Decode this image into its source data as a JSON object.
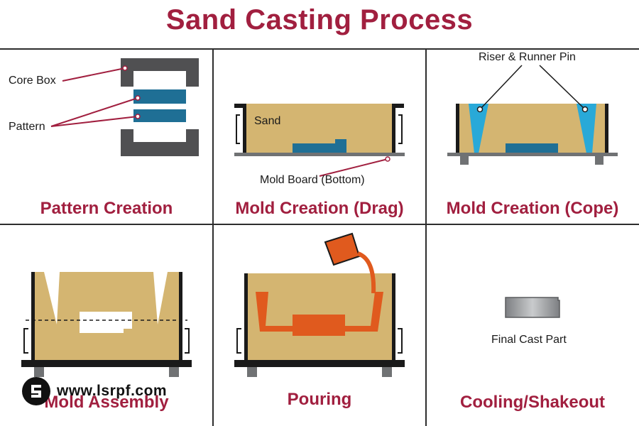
{
  "title": "Sand Casting Process",
  "colors": {
    "accent": "#a11f3f",
    "sand": "#d4b571",
    "pattern": "#1f6f95",
    "metal": "#e05a1e",
    "riser": "#29a9d8",
    "dark": "#4a4a4a"
  },
  "panels": {
    "pattern_creation": {
      "caption": "Pattern Creation",
      "labels": {
        "core_box": "Core Box",
        "pattern": "Pattern"
      }
    },
    "mold_drag": {
      "caption": "Mold Creation (Drag)",
      "labels": {
        "sand": "Sand",
        "mold_board": "Mold Board (Bottom)"
      }
    },
    "mold_cope": {
      "caption": "Mold Creation (Cope)",
      "labels": {
        "riser": "Riser & Runner Pin"
      }
    },
    "mold_assembly": {
      "caption": "Mold Assembly"
    },
    "pouring": {
      "caption": "Pouring"
    },
    "cooling": {
      "caption": "Cooling/Shakeout",
      "labels": {
        "final": "Final Cast Part"
      }
    }
  },
  "watermark": {
    "text": "www.lsrpf.com",
    "icon": "lsrpf-logo-icon"
  }
}
